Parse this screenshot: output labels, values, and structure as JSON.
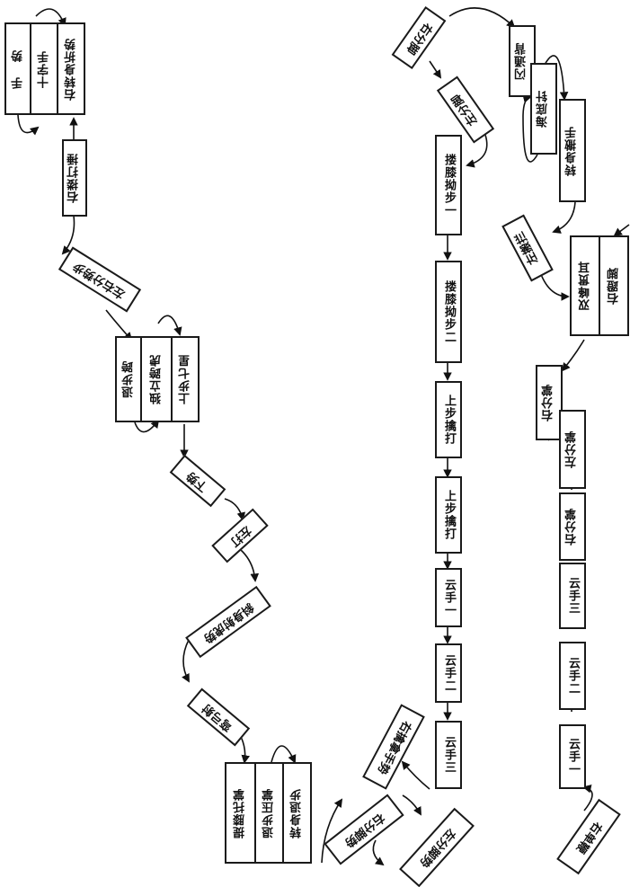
{
  "left_column": {
    "group_top": [
      "手 势",
      "十字手",
      "右转身折势"
    ],
    "n1": "右搂打捶",
    "n2": "左右分势步",
    "group_mid": [
      "上步七星",
      "独立跨虎",
      "退步跨"
    ],
    "n3": "下势",
    "n4": "左打",
    "n5": "斜身射虎势",
    "n6": "弯弓射",
    "group_bottom": [
      "提膝托掌",
      "退步压掌",
      "转身退步"
    ]
  },
  "middle_column": {
    "n1": "右分脚",
    "n2": "左分脚",
    "n3": "搂膝拗步一",
    "n4": "搂膝拗步二",
    "n5": "上步擒打",
    "n6": "上步擒打",
    "n7": "云手一",
    "n8": "云手二",
    "n9": "云手三",
    "n10": "右擒拿手势",
    "n11": "左分脚势",
    "n12": "右分脚势"
  },
  "right_column": {
    "r1": "闪通背",
    "r2": "海底针",
    "r3": "转身撤手",
    "r4": "左搬拦",
    "r5": "双峰贯耳",
    "r6": "右蹬脚",
    "r7": "右分掌",
    "r8": "左分掌",
    "r9": "右分掌",
    "r10": "云手三",
    "r11": "云手二",
    "r12": "云手一",
    "r13": "右单鞭"
  }
}
